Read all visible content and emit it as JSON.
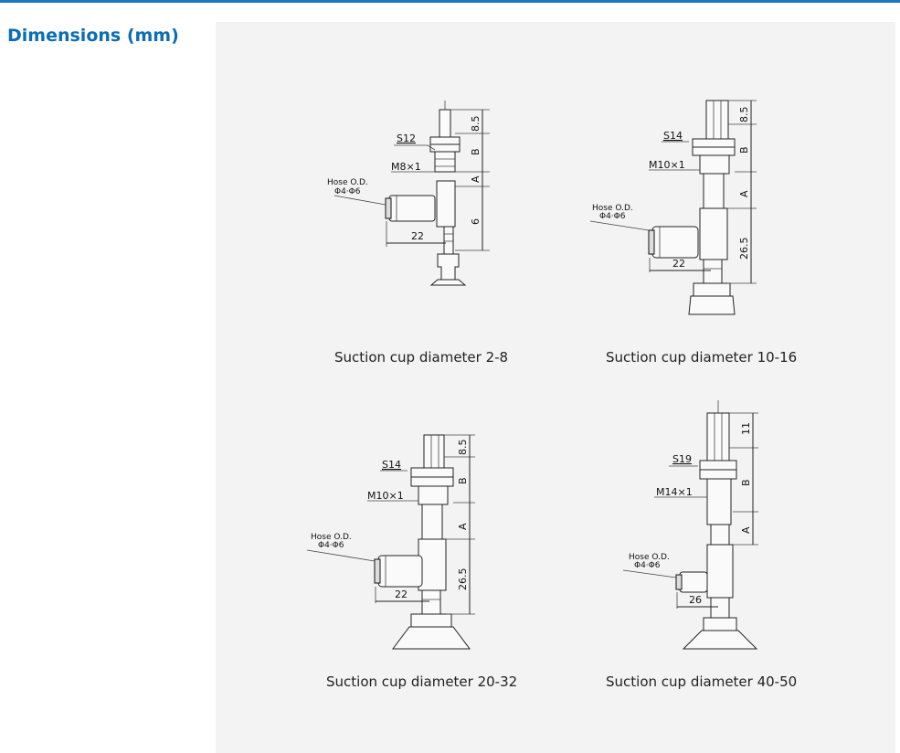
{
  "section_title": "Dimensions (mm)",
  "diagrams": [
    {
      "caption": "Suction cup diameter 2-8",
      "labels": {
        "nut": "S12",
        "thread": "M8×1",
        "hose_1": "Hose O.D.",
        "hose_2": "Φ4·Φ6",
        "top": "8.5",
        "b": "B",
        "a": "A",
        "mid": "6",
        "width": "22"
      }
    },
    {
      "caption": "Suction cup diameter 10-16",
      "labels": {
        "nut": "S14",
        "thread": "M10×1",
        "hose_1": "Hose O.D.",
        "hose_2": "Φ4·Φ6",
        "top": "8.5",
        "b": "B",
        "a": "A",
        "mid": "26.5",
        "width": "22"
      }
    },
    {
      "caption": "Suction cup diameter 20-32",
      "labels": {
        "nut": "S14",
        "thread": "M10×1",
        "hose_1": "Hose O.D.",
        "hose_2": "Φ4·Φ6",
        "top": "8.5",
        "b": "B",
        "a": "A",
        "mid": "26.5",
        "width": "22"
      }
    },
    {
      "caption": "Suction cup diameter 40-50",
      "labels": {
        "nut": "S19",
        "thread": "M14×1",
        "hose_1": "Hose O.D.",
        "hose_2": "Φ4·Φ6",
        "top": "11",
        "b": "B",
        "a": "A",
        "width": "26"
      }
    }
  ]
}
